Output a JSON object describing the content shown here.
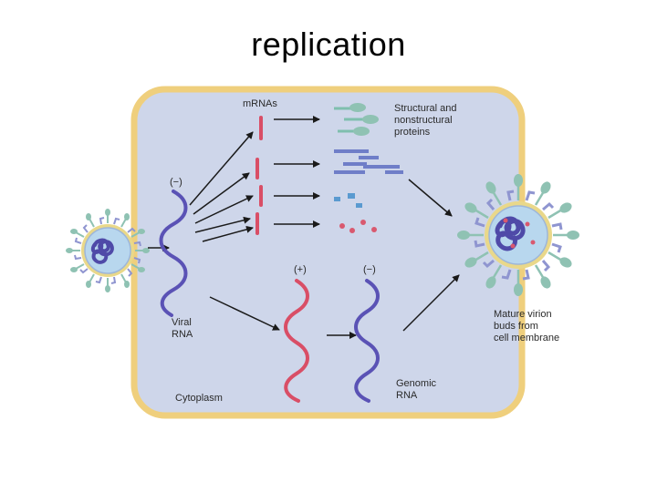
{
  "title": "replication",
  "labels": {
    "mrnas": "mRNAs",
    "proteins": [
      "Structural and",
      "nonstructural",
      "proteins"
    ],
    "negative_top": "(−)",
    "positive": "(+)",
    "negative_right": "(−)",
    "viral_rna": [
      "Viral",
      "RNA"
    ],
    "genomic_rna": [
      "Genomic",
      "RNA"
    ],
    "mature_virion": [
      "Mature virion",
      "buds from",
      "cell membrane"
    ],
    "cytoplasm": "Cytoplasm"
  },
  "colors": {
    "cell_fill": "#ced6ea",
    "cell_border": "#efcf7d",
    "negative_rna": "#5a52b5",
    "positive_rna": "#d94e66",
    "protein_teal": "#7fbfae",
    "protein_bar": "#6f7ec8",
    "protein_square": "#5a9ad0",
    "protein_dot": "#d9596f",
    "arrow": "#1a1a1a"
  }
}
